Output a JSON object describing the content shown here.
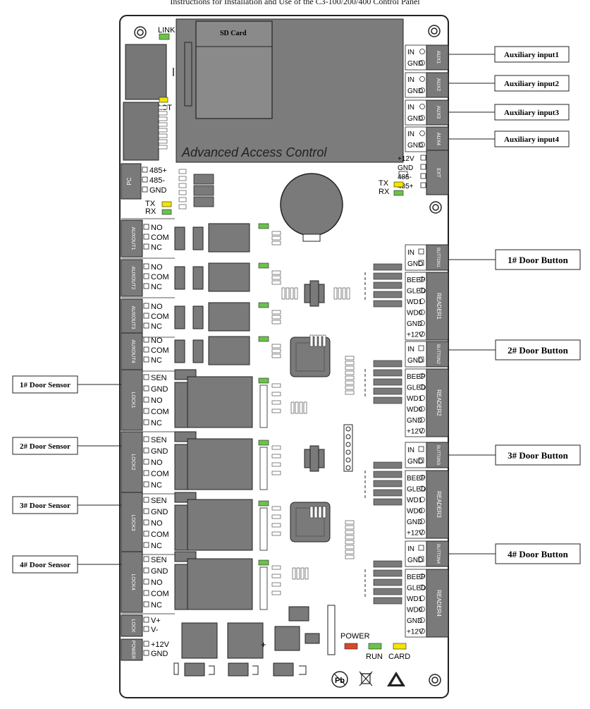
{
  "header": {
    "title": "Instructions for Installation and Use of the C3-100/200/400 Control Panel"
  },
  "board": {
    "brand_text": "Advanced Access Control",
    "sd_card_label": "SD Card",
    "link_label": "LINK",
    "act_label": "ACT",
    "pc_block": {
      "label": "PC",
      "pins": [
        "485+",
        "485-",
        "GND"
      ]
    },
    "pc_led_labels": [
      "TX",
      "RX"
    ],
    "ext_block": {
      "label": "EXT",
      "pins": [
        "+12V",
        "GND",
        "485-",
        "485+"
      ]
    },
    "ext_led_labels": [
      "TX",
      "RX"
    ],
    "aux_inputs": [
      {
        "block": "AUX1",
        "pins": [
          "IN",
          "GND"
        ]
      },
      {
        "block": "AUX2",
        "pins": [
          "IN",
          "GND"
        ]
      },
      {
        "block": "AUX3",
        "pins": [
          "IN",
          "GND"
        ]
      },
      {
        "block": "AUX4",
        "pins": [
          "IN",
          "GND"
        ]
      }
    ],
    "aux_outputs": [
      {
        "block": "AUXOUT1",
        "pins": [
          "NO",
          "COM",
          "NC"
        ]
      },
      {
        "block": "AUXOUT2",
        "pins": [
          "NO",
          "COM",
          "NC"
        ]
      },
      {
        "block": "AUXOUT3",
        "pins": [
          "NO",
          "COM",
          "NC"
        ]
      },
      {
        "block": "AUXOUT4",
        "pins": [
          "NO",
          "COM",
          "NC"
        ]
      }
    ],
    "locks": [
      {
        "block": "LOCK1",
        "pins": [
          "SEN",
          "GND",
          "NO",
          "COM",
          "NC"
        ]
      },
      {
        "block": "LOCK2",
        "pins": [
          "SEN",
          "GND",
          "NO",
          "COM",
          "NC"
        ]
      },
      {
        "block": "LOCK3",
        "pins": [
          "SEN",
          "GND",
          "NO",
          "COM",
          "NC"
        ]
      },
      {
        "block": "LOCK4",
        "pins": [
          "SEN",
          "GND",
          "NO",
          "COM",
          "NC"
        ]
      }
    ],
    "lock_power": {
      "block": "LOCK",
      "pins": [
        "V+",
        "V-"
      ]
    },
    "power": {
      "block": "POWER",
      "pins": [
        "+12V",
        "GND"
      ]
    },
    "buttons": [
      {
        "block": "BUTTON1",
        "pins": [
          "IN",
          "GND"
        ]
      },
      {
        "block": "BUTTON2",
        "pins": [
          "IN",
          "GND"
        ]
      },
      {
        "block": "BUTTON3",
        "pins": [
          "IN",
          "GND"
        ]
      },
      {
        "block": "BUTTON4",
        "pins": [
          "IN",
          "GND"
        ]
      }
    ],
    "readers": [
      {
        "block": "READER1",
        "pins": [
          "BEEP",
          "GLED",
          "WD1",
          "WD0",
          "GND",
          "+12V"
        ]
      },
      {
        "block": "READER2",
        "pins": [
          "BEEP",
          "GLED",
          "WD1",
          "WD0",
          "GND",
          "+12V"
        ]
      },
      {
        "block": "READER3",
        "pins": [
          "BEEP",
          "GLED",
          "WD1",
          "WD0",
          "GND",
          "+12V"
        ]
      },
      {
        "block": "READER4",
        "pins": [
          "BEEP",
          "GLED",
          "WD1",
          "WD0",
          "GND",
          "+12V"
        ]
      }
    ],
    "status_leds": {
      "power": "POWER",
      "run": "RUN",
      "card": "CARD"
    },
    "plus_mark": "+"
  },
  "callouts": {
    "auxiliary_inputs": [
      "Auxiliary input1",
      "Auxiliary input2",
      "Auxiliary input3",
      "Auxiliary input4"
    ],
    "door_buttons": [
      "1# Door Button",
      "2# Door Button",
      "3# Door Button",
      "4# Door Button"
    ],
    "door_sensors": [
      "1# Door Sensor",
      "2# Door Sensor",
      "3# Door Sensor",
      "4# Door Sensor"
    ]
  },
  "colors": {
    "block_gray": "#7a7a7a",
    "led_green": "#6cc24a",
    "led_yellow": "#f2e600",
    "led_red": "#d9472b"
  }
}
